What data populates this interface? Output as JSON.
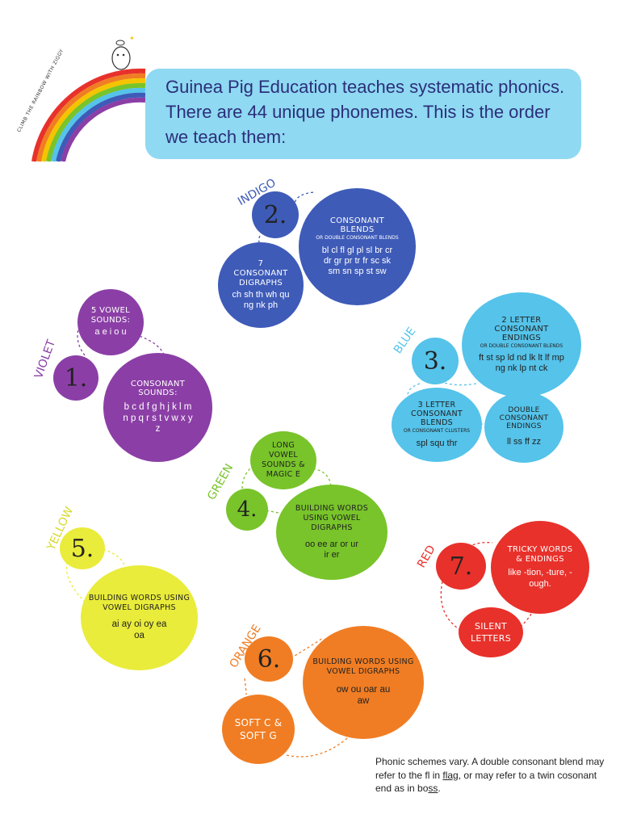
{
  "header": {
    "tagline": "CLIMB THE RAINBOW WITH ZIGGY",
    "text": "Guinea Pig Education teaches systematic phonics.  There are 44 unique phonemes. This is the order we teach them:"
  },
  "groups": {
    "violet": {
      "color_name": "VIOLET",
      "number": "1.",
      "color": "#8b3fa6",
      "vowels_title": "5 VOWEL SOUNDS:",
      "vowels_letters": "a e i o u",
      "consonants_title": "CONSONANT SOUNDS:",
      "consonants_letters": "b c d f g h j k l m n p q r s t v w x y z"
    },
    "indigo": {
      "color_name": "INDIGO",
      "number": "2.",
      "color": "#3e5bb8",
      "blends_title": "CONSONANT BLENDS",
      "blends_sub": "OR DOUBLE CONSONANT BLENDS",
      "blends_letters": "bl cl fl gl pl sl br cr dr gr pr tr fr sc sk sm sn sp st sw",
      "digraphs_title": "7 CONSONANT DIGRAPHS",
      "digraphs_letters": "ch sh th wh qu ng nk ph"
    },
    "blue": {
      "color_name": "BLUE",
      "number": "3.",
      "color": "#55c3ea",
      "two_title": "2 LETTER CONSONANT ENDINGS",
      "two_sub": "OR DOUBLE CONSONANT BLENDS",
      "two_letters": "ft st sp ld nd lk lt lf mp ng nk lp nt ck",
      "three_title": "3 LETTER CONSONANT BLENDS",
      "three_sub": "OR CONSONANT CLUSTERS",
      "three_letters": "spl squ thr",
      "double_title": "DOUBLE CONSONANT ENDINGS",
      "double_letters": "ll ss ff zz"
    },
    "green": {
      "color_name": "GREEN",
      "number": "4.",
      "color": "#78c42a",
      "magic_title": "LONG VOWEL SOUNDS & MAGIC E",
      "digraphs_title": "BUILDING WORDS USING VOWEL DIGRAPHS",
      "digraphs_letters": "oo ee ar or ur ir er"
    },
    "yellow": {
      "color_name": "YELLOW",
      "number": "5.",
      "color": "#e9ec3a",
      "digraphs_title": "BUILDING WORDS USING VOWEL DIGRAPHS",
      "digraphs_letters": "ai ay oi oy ea oa"
    },
    "orange": {
      "color_name": "ORANGE",
      "number": "6.",
      "color": "#f07d23",
      "digraphs_title": "BUILDING WORDS USING VOWEL DIGRAPHS",
      "digraphs_letters": "ow ou oar au aw",
      "soft_title": "SOFT C & SOFT G"
    },
    "red": {
      "color_name": "RED",
      "number": "7.",
      "color": "#e8312b",
      "tricky_title": "TRICKY WORDS & ENDINGS",
      "tricky_letters": "like -tion, -ture, -ough.",
      "silent_title": "SILENT LETTERS"
    }
  },
  "footnote": {
    "part1": "Phonic schemes vary.  A double consonant blend may refer to the fl in ",
    "flag": "flag",
    "part2": ", or may refer to a twin cosonant end as in bo",
    "ss": "ss",
    "part3": "."
  }
}
